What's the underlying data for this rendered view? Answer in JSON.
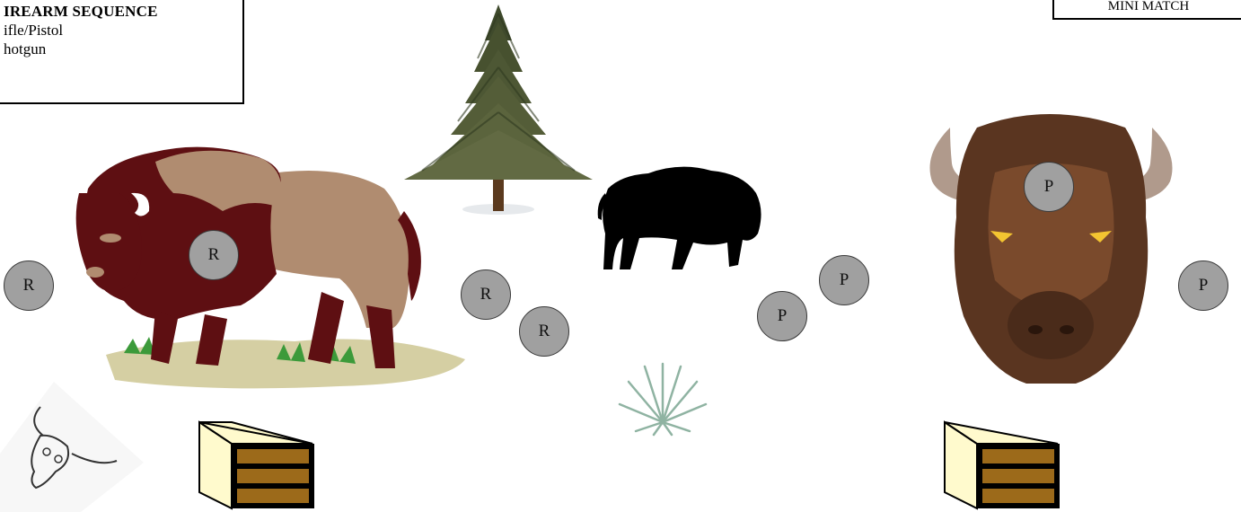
{
  "sequence_box": {
    "title": "IREARM SEQUENCE",
    "lines": [
      "ifle/Pistol",
      "hotgun"
    ]
  },
  "match_label": "MINI MATCH",
  "targets": [
    "R",
    "R",
    "R",
    "R",
    "P",
    "P",
    "P",
    "P"
  ],
  "icons": {
    "bison_left": "bison-illustration-icon",
    "tree": "pine-tree-icon",
    "bison_silhouette": "bison-silhouette-icon",
    "bison_head": "bison-head-icon",
    "skull": "cow-skull-icon",
    "yucca": "yucca-plant-icon",
    "box_left": "ammo-box-icon",
    "box_right": "ammo-box-icon"
  },
  "colors": {
    "target_fill": "#a0a0a0",
    "box_front": "#fffacd",
    "box_slot": "#9c6a1a"
  }
}
